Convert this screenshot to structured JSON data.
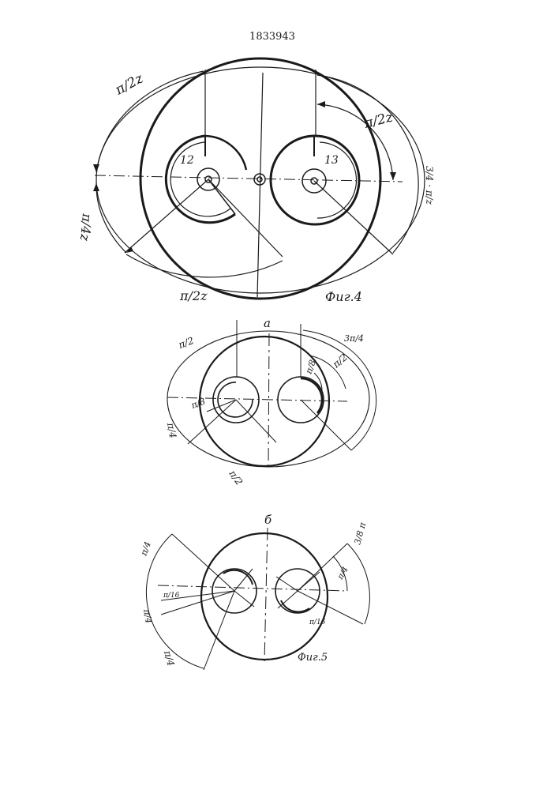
{
  "document": {
    "patent_number": "1833943"
  },
  "figure4": {
    "caption": "Фиг.4",
    "rotor_labels": [
      "12",
      "13"
    ],
    "angle_labels": {
      "top_left": "π/2z",
      "top_right": "π/2z",
      "right": "3/4 · π/z",
      "left": "π/4z",
      "bottom": "π/2z"
    }
  },
  "figure5": {
    "caption": "Фиг.5",
    "variant_a": {
      "label": "а",
      "angle_labels": {
        "top_left": "π/2",
        "top_right": "3π/4",
        "right_inner": "π/2",
        "right_small": "π/8",
        "left_small": "π/8",
        "left": "π/4",
        "bottom": "π/2"
      }
    },
    "variant_b": {
      "label": "б",
      "angle_labels": {
        "left_top": "π/4",
        "left_small": "π/16",
        "left_mid": "π/4",
        "left_bottom": "π/4",
        "right_top": "3/8 π",
        "right_mid": "π/4",
        "right_small": "π/16"
      }
    }
  }
}
